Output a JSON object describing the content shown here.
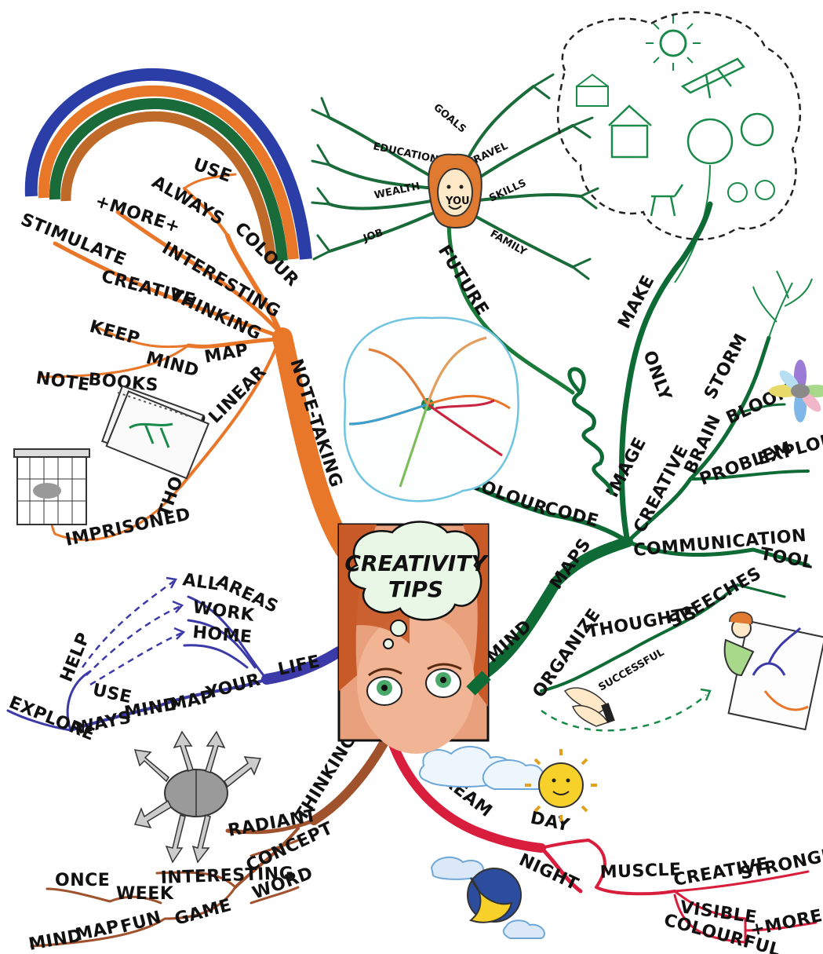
{
  "center": {
    "line1": "CREATIVITY",
    "line2": "TIPS"
  },
  "branches": {
    "note_taking": {
      "color": "#e8772a",
      "words": {
        "note_taking": "NOTE-TAKING",
        "colour": "COLOUR",
        "always": "ALWAYS",
        "use": "USE",
        "more": "+MORE+",
        "interesting": "INTERESTING",
        "stimulate": "STIMULATE",
        "creative": "CREATIVE",
        "thinking": "THINKING",
        "keep": "KEEP",
        "mind": "MIND",
        "map": "MAP",
        "note": "NOTE",
        "books": "BOOKS",
        "linear": "LINEAR",
        "thoughts": "THOUGHTS",
        "imprisoned": "IMPRISONED"
      }
    },
    "future": {
      "color": "#1a7a3a",
      "words": {
        "future": "FUTURE",
        "you": "YOU",
        "goals": "GOALS",
        "travel": "TRAVEL",
        "education": "EDUCATION",
        "wealth": "WEALTH",
        "skills": "SKILLS",
        "job": "JOB",
        "family": "FAMILY"
      }
    },
    "mind_maps": {
      "color": "#0f6b35",
      "words": {
        "mind": "MIND",
        "maps": "MAPS",
        "colour": "COLOUR",
        "code": "CODE",
        "image": "IMAGE",
        "only": "ONLY",
        "make": "MAKE",
        "creative": "CREATIVE",
        "brain": "BRAIN",
        "storm": "STORM",
        "bloom": "BLOOM",
        "problem": "PROBLEM",
        "explore": "EXPLORE",
        "communication": "COMMUNICATION",
        "tool": "TOOL",
        "speeches": "SPEECHES",
        "organize": "ORGANIZE",
        "thoughts": "THOUGHTS",
        "successful": "SUCCESSFUL"
      }
    },
    "life": {
      "color": "#3b3aa8",
      "words": {
        "life": "LIFE",
        "your": "YOUR",
        "map": "MAP",
        "mind": "MIND",
        "use": "USE",
        "ways": "WAYS",
        "help": "HELP",
        "explore": "EXPLORE",
        "all": "ALL",
        "areas": "AREAS",
        "work": "WORK",
        "home": "HOME"
      }
    },
    "thinking": {
      "color": "#a0522d",
      "words": {
        "thinking": "THINKING",
        "radiant": "RADIANT",
        "concept": "CONCEPT",
        "word": "WORD",
        "interesting": "INTERESTING",
        "game": "GAME",
        "week": "WEEK",
        "once": "ONCE",
        "fun": "FUN",
        "map": "MAP",
        "mind": "MIND"
      }
    },
    "dream": {
      "color": "#d81e3c",
      "words": {
        "dream": "DREAM",
        "day": "DAY",
        "night": "NIGHT",
        "muscle": "MUSCLE",
        "creative": "CREATIVE",
        "stronger": "STRONGER",
        "visible": "VISIBLE",
        "colourful": "COLOURFUL",
        "more": "+MORE+"
      }
    }
  },
  "icons": [
    "rainbow-icon",
    "notebook-icon",
    "cage-icon",
    "face-icon",
    "future-scene-icon",
    "mind-map-sketch-icon",
    "spring-icon",
    "tree-icon",
    "flower-icon",
    "presenter-icon",
    "hands-icon",
    "radiant-brain-icon",
    "sun-icon",
    "moon-icon"
  ]
}
